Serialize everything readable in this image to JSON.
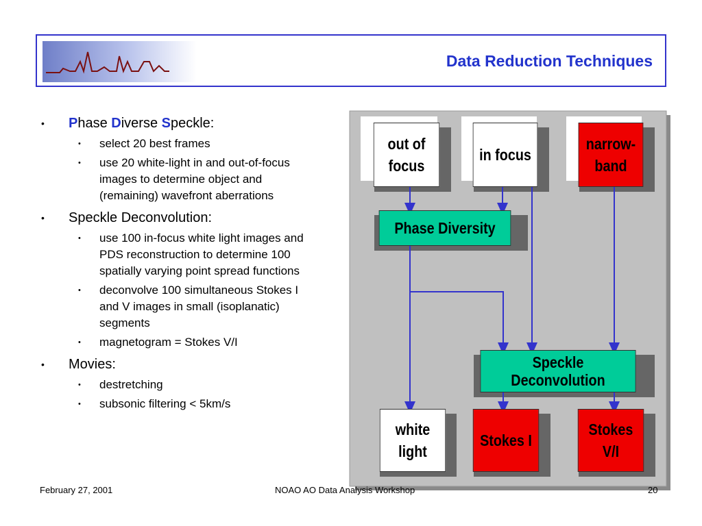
{
  "header": {
    "title": "Data Reduction Techniques"
  },
  "bullets": [
    {
      "segments": [
        {
          "text": "P",
          "highlight": true
        },
        {
          "text": "hase ",
          "highlight": false
        },
        {
          "text": "D",
          "highlight": true
        },
        {
          "text": "iverse ",
          "highlight": false
        },
        {
          "text": "S",
          "highlight": true
        },
        {
          "text": "peckle:",
          "highlight": false
        }
      ],
      "sub": [
        "select 20 best frames",
        "use 20 white-light in and out-of-focus images to determine object and (remaining) wavefront aberrations"
      ]
    },
    {
      "segments": [
        {
          "text": "Speckle Deconvolution:",
          "highlight": false
        }
      ],
      "sub": [
        "use 100 in-focus white light images and PDS reconstruction to determine 100 spatially varying point spread functions",
        "deconvolve 100 simultaneous Stokes I and V images in small (isoplanatic) segments",
        "magnetogram = Stokes V/I"
      ]
    },
    {
      "segments": [
        {
          "text": "Movies:",
          "highlight": false
        }
      ],
      "sub": [
        "destretching",
        "subsonic filtering < 5km/s"
      ]
    }
  ],
  "diagram": {
    "boxes": {
      "out_of_focus": {
        "lines": [
          "out of",
          "focus"
        ]
      },
      "in_focus": {
        "lines": [
          "in focus"
        ]
      },
      "narrow_band": {
        "lines": [
          "narrow-",
          "band"
        ]
      },
      "phase_diversity": {
        "lines": [
          "Phase Diversity"
        ]
      },
      "speckle_deconvolution": {
        "lines": [
          "Speckle",
          "Deconvolution"
        ]
      },
      "white_light": {
        "lines": [
          "white",
          "light"
        ]
      },
      "stokes_i": {
        "lines": [
          "Stokes I"
        ]
      },
      "stokes_vi": {
        "lines": [
          "Stokes",
          "V/I"
        ]
      }
    },
    "colors": {
      "white_box": "#ffffff",
      "red_box": "#ee0000",
      "green_box": "#00cc99",
      "arrow": "#3333cc",
      "panel": "#c0c0c0"
    }
  },
  "footer": {
    "date": "February 27, 2001",
    "event": "NOAO AO Data Analysis Workshop",
    "page": "20"
  }
}
